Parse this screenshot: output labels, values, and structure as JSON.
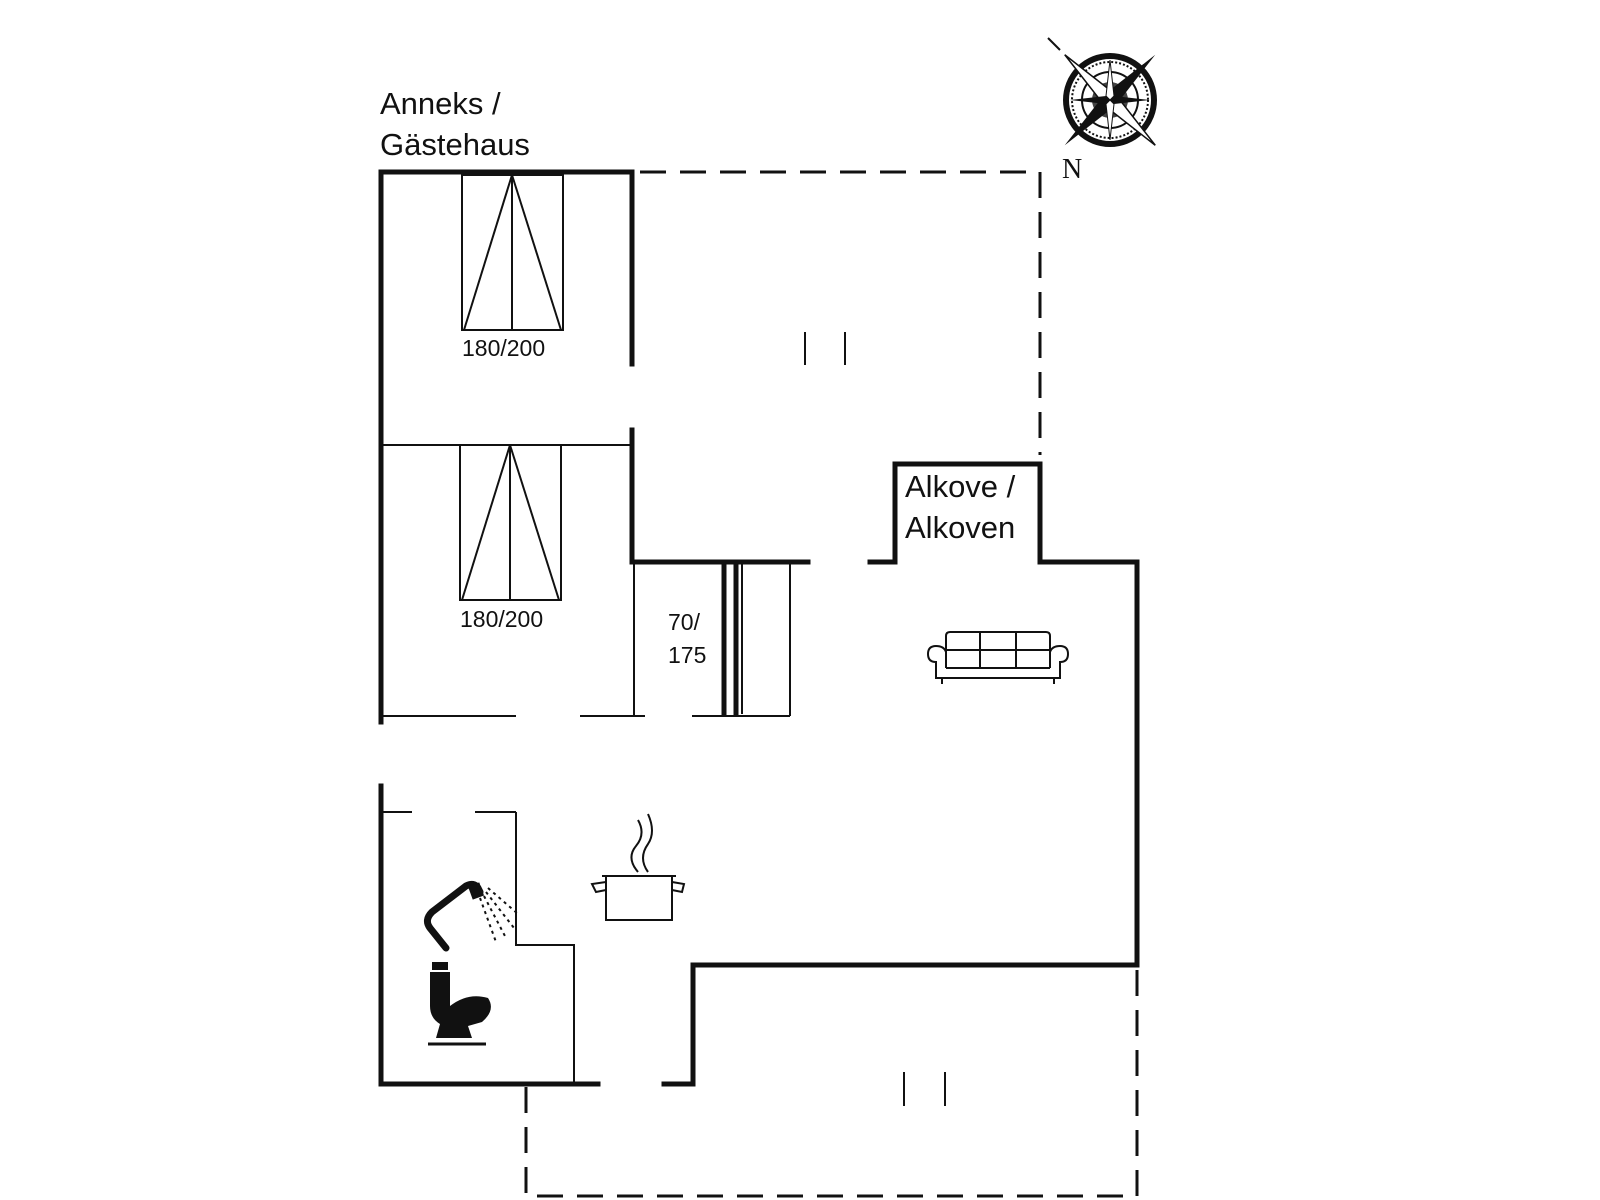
{
  "plan": {
    "annex_label": [
      "Anneks /",
      "Gästehaus"
    ],
    "alcove_label": [
      "Alkove /",
      "Alkoven"
    ],
    "bed_upper_size": "180/200",
    "bed_lower_size": "180/200",
    "bunk_size": [
      "70/",
      "175"
    ],
    "compass_north": "N"
  },
  "icons": {
    "compass": "compass-rose-icon",
    "sofa": "sofa-icon",
    "kitchen": "cooking-pot-icon",
    "shower": "shower-icon",
    "toilet": "toilet-icon"
  }
}
